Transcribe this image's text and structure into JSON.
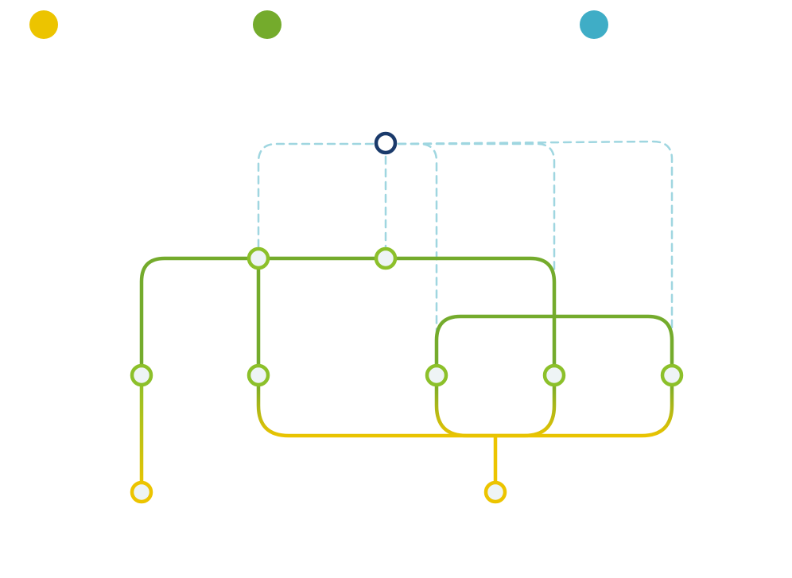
{
  "colors": {
    "yellow": "#ecc400",
    "green": "#74ab2c",
    "node_green": "#8cc02a",
    "teal": "#3fadc6",
    "teal_dashed": "#9fd6e0",
    "navy": "#1a3a6b",
    "node_fill": "#eef4f5"
  },
  "legend": [
    {
      "color": "#ecc400",
      "icon": "yellow-circle"
    },
    {
      "color": "#74ab2c",
      "icon": "green-circle"
    },
    {
      "color": "#3fadc6",
      "icon": "teal-circle"
    }
  ]
}
